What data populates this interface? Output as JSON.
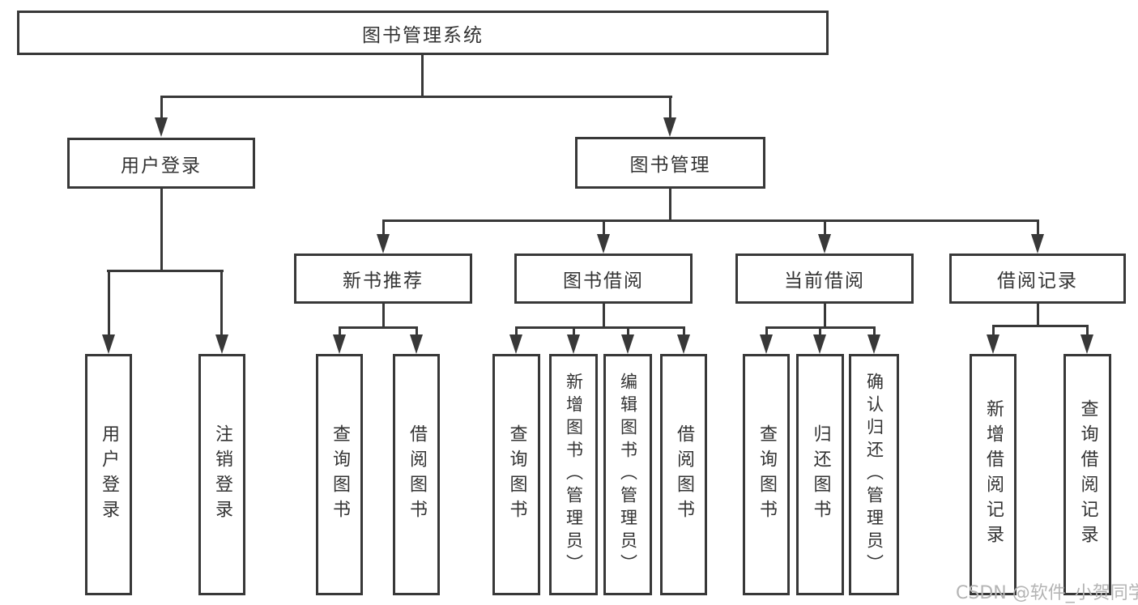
{
  "diagram": {
    "type": "hierarchy-diagram",
    "colors": {
      "line": "#383838",
      "box_border": "#383838",
      "box_fill": "#ffffff",
      "text": "#333333",
      "watermark_text": "#b4b4b4",
      "background": "#ffffff"
    },
    "tree": {
      "label": "图书管理系统",
      "children": [
        {
          "label": "用户登录",
          "children": [
            {
              "label": "用户登录"
            },
            {
              "label": "注销登录"
            }
          ]
        },
        {
          "label": "图书管理",
          "children": [
            {
              "label": "新书推荐",
              "children": [
                {
                  "label": "查询图书"
                },
                {
                  "label": "借阅图书"
                }
              ]
            },
            {
              "label": "图书借阅",
              "children": [
                {
                  "label": "查询图书"
                },
                {
                  "label": "新增图书（管理员）"
                },
                {
                  "label": "编辑图书（管理员）"
                },
                {
                  "label": "借阅图书"
                }
              ]
            },
            {
              "label": "当前借阅",
              "children": [
                {
                  "label": "查询图书"
                },
                {
                  "label": "归还图书"
                },
                {
                  "label": "确认归还（管理员）"
                }
              ]
            },
            {
              "label": "借阅记录",
              "children": [
                {
                  "label": "新增借阅记录"
                },
                {
                  "label": "查询借阅记录"
                }
              ]
            }
          ]
        }
      ]
    },
    "watermark": "CSDN @软件_小贺同学"
  }
}
